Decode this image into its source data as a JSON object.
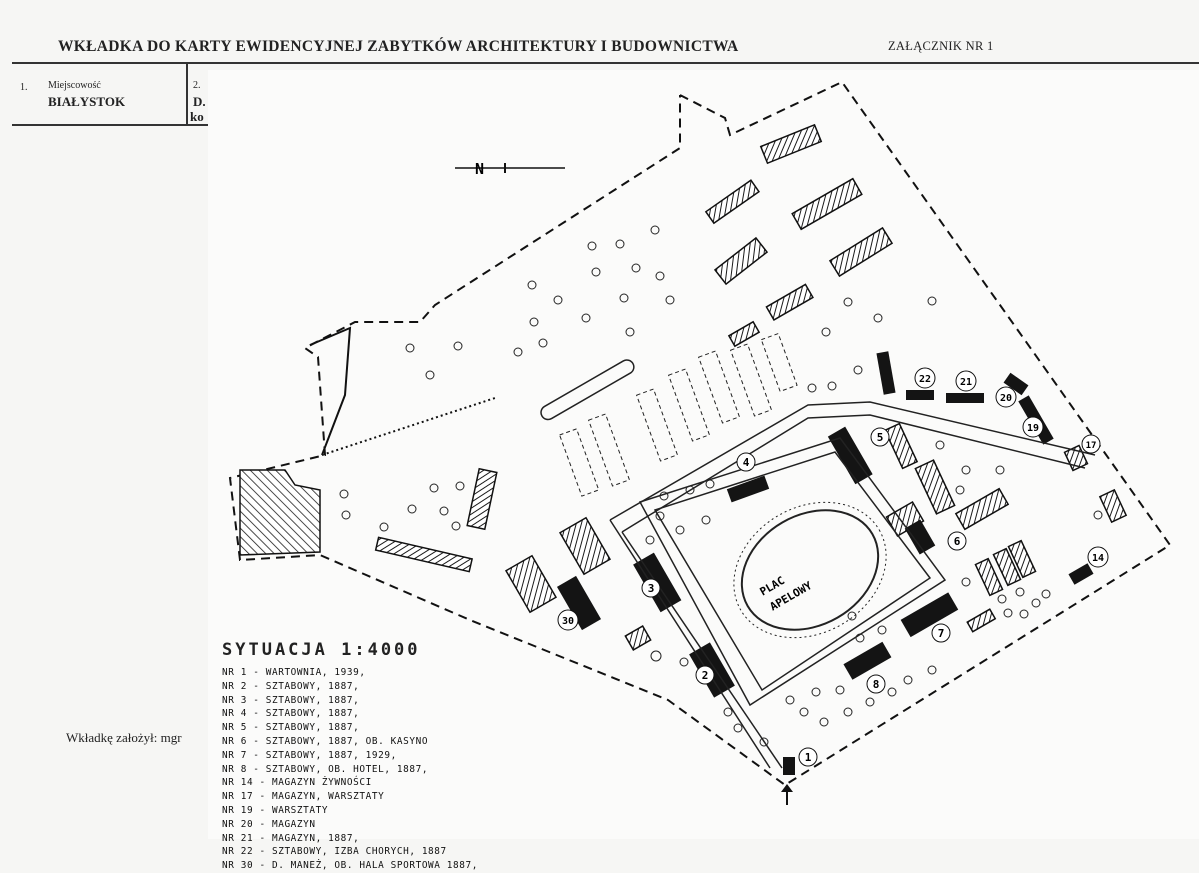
{
  "header": {
    "title": "WKŁADKA DO KARTY EWIDENCYJNEJ ZABYTKÓW ARCHITEKTURY I BUDOWNICTWA",
    "annex": "ZAŁĄCZNIK NR 1",
    "cell1_num": "1.",
    "cell1_label": "Miejscowość",
    "cell1_value": "BIAŁYSTOK",
    "cell2_num": "2.",
    "cell2_value_fragment": "D.",
    "cell2_value_fragment2": "ko",
    "colors": {
      "ink": "#222222",
      "hatch": "#1a1a1a"
    }
  },
  "footer": {
    "founder_label": "Wkładkę założył:",
    "founder_fragment": "mgr"
  },
  "map": {
    "north_label": "N",
    "plaza_label_1": "PLAC",
    "plaza_label_2": "APELOWY",
    "building_numbers": [
      "1",
      "2",
      "3",
      "4",
      "5",
      "6",
      "7",
      "8",
      "14",
      "17",
      "19",
      "20",
      "21",
      "22",
      "30"
    ]
  },
  "legend": {
    "title": "SYTUACJA 1:4000",
    "items": [
      "NR 1 - WARTOWNIA, 1939,",
      "NR 2 - SZTABOWY, 1887,",
      "NR 3 - SZTABOWY, 1887,",
      "NR 4 - SZTABOWY, 1887,",
      "NR 5 - SZTABOWY, 1887,",
      "NR 6 - SZTABOWY, 1887, OB. KASYNO",
      "NR 7 - SZTABOWY, 1887, 1929,",
      "NR 8 - SZTABOWY, OB. HOTEL, 1887,",
      "NR 14 - MAGAZYN ŻYWNOŚCI",
      "NR 17 - MAGAZYN, WARSZTATY",
      "NR 19 - WARSZTATY",
      "NR 20 - MAGAZYN",
      "NR 21 - MAGAZYN, 1887,",
      "NR 22 - SZTABOWY, IZBA CHORYCH, 1887",
      "NR 30 - D. MANEŻ, OB. HALA SPORTOWA 1887,"
    ]
  }
}
